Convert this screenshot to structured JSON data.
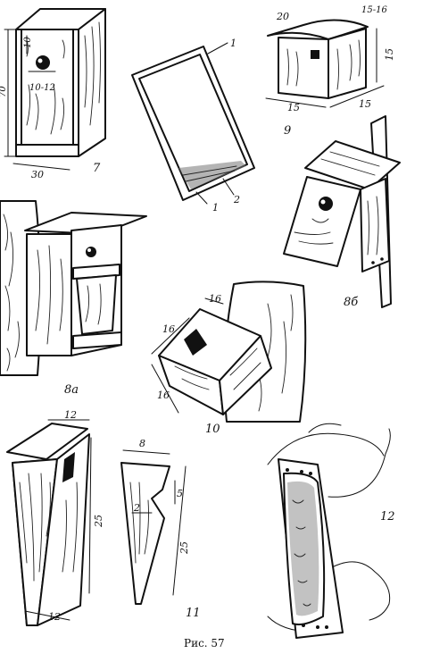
{
  "figure": {
    "caption": "Рис. 57",
    "labels": {
      "fig7": "7",
      "fig8a": "8а",
      "fig8b": "8б",
      "fig9": "9",
      "fig10": "10",
      "fig11": "11",
      "fig12": "12",
      "part1_top": "1",
      "part1_bottom": "1",
      "part2": "2"
    },
    "dimensions": {
      "d7_height": "70",
      "d7_hole_top": "10",
      "d7_hole": "10-12",
      "d7_width": "30",
      "d9_top": "20",
      "d9_roof": "15-16",
      "d9_height": "15",
      "d9_bottom_left": "15",
      "d9_bottom_right": "15",
      "d10_top": "16",
      "d10_side": "16",
      "d10_bottom": "16",
      "d12a_top": "12",
      "d12a_height": "25",
      "d12a_bottom": "12",
      "d11_top": "8",
      "d11_notch": "5",
      "d11_step": "2",
      "d11_height": "25"
    }
  }
}
